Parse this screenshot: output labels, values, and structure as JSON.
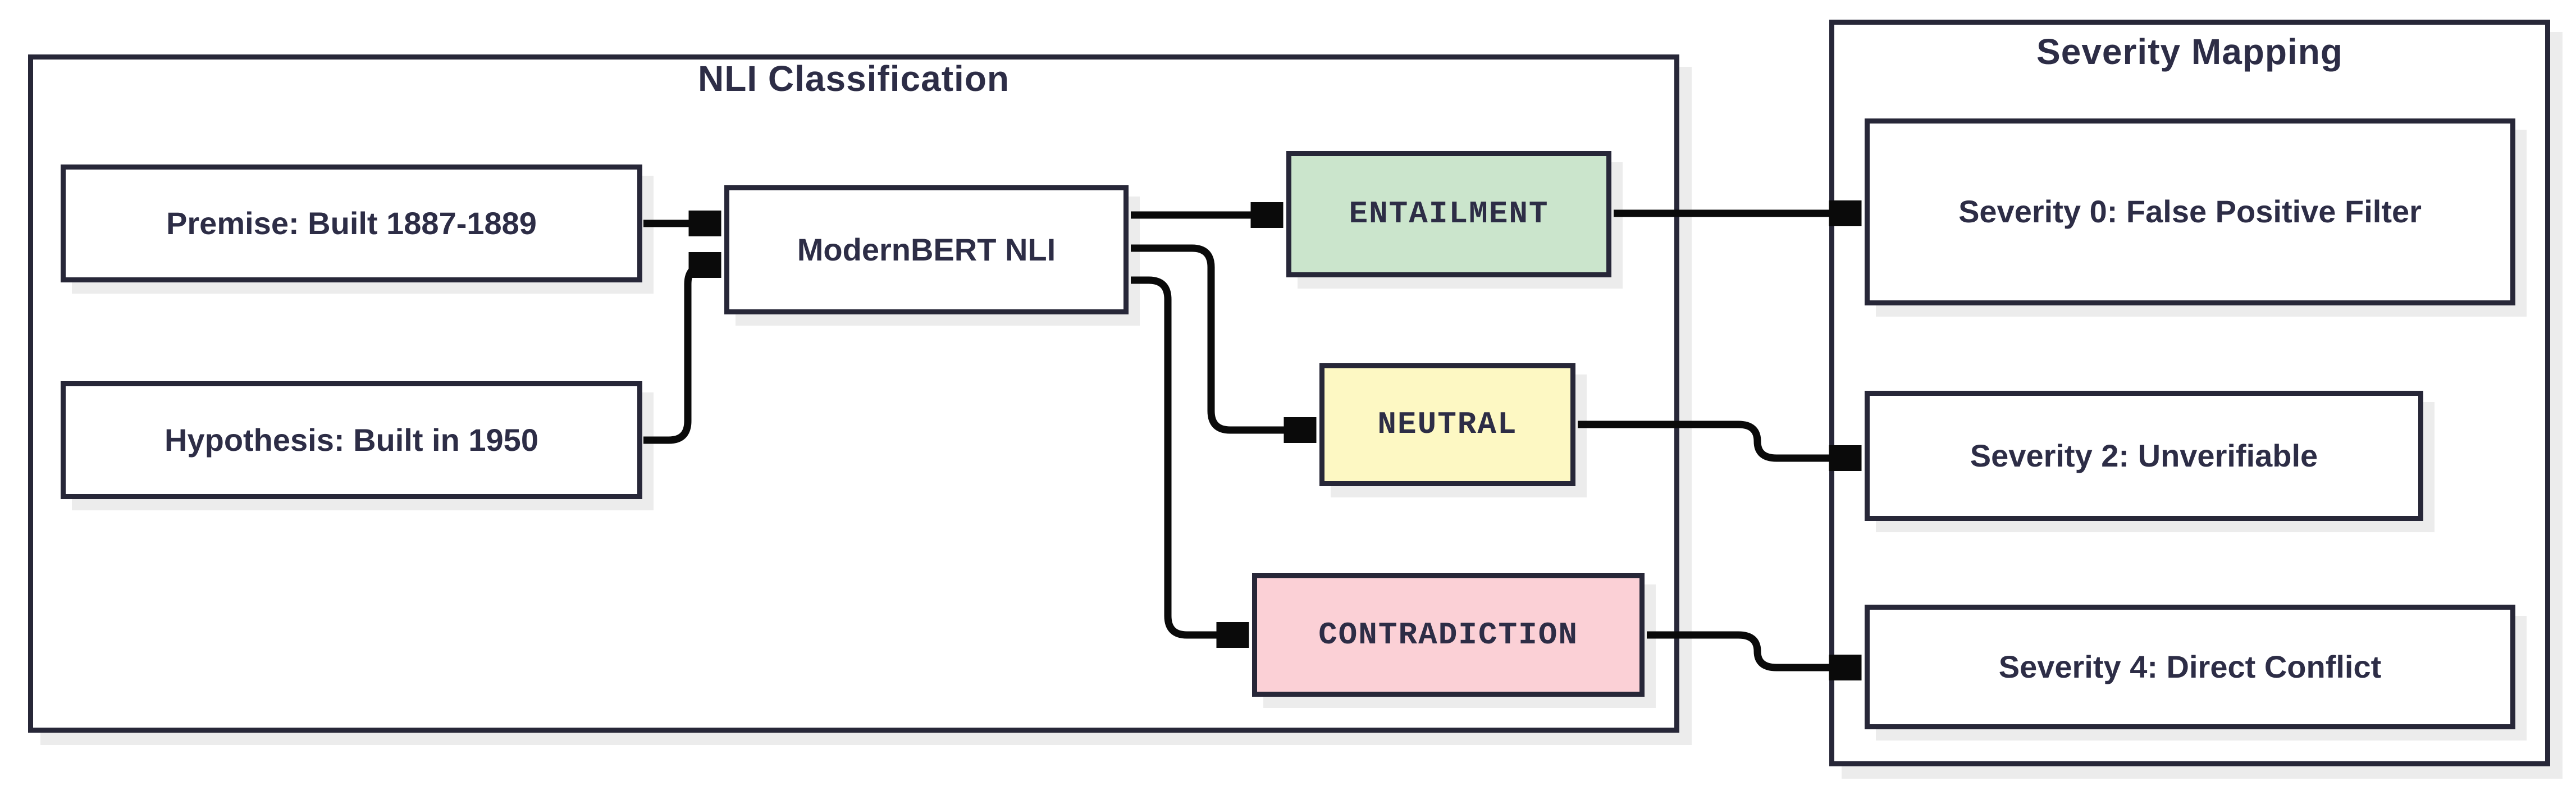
{
  "colors": {
    "border": "#272738",
    "text": "#2d2d46",
    "arrow": "#0a0a0a",
    "shadow": "#ececec",
    "node_fill": "#ffffff",
    "entailment_fill": "#cbe5cc",
    "neutral_fill": "#fdf8c3",
    "contradiction_fill": "#fbd0d6"
  },
  "nli_section": {
    "title": "NLI Classification",
    "premise": {
      "label": "Premise: Built 1887-1889"
    },
    "hypothesis": {
      "label": "Hypothesis: Built in 1950"
    },
    "model": {
      "label": "ModernBERT NLI"
    },
    "entailment": {
      "label": "ENTAILMENT"
    },
    "neutral": {
      "label": "NEUTRAL"
    },
    "contradiction": {
      "label": "CONTRADICTION"
    }
  },
  "severity_section": {
    "title": "Severity Mapping",
    "severity0": {
      "label": "Severity 0: False Positive Filter"
    },
    "severity2": {
      "label": "Severity 2: Unverifiable"
    },
    "severity4": {
      "label": "Severity 4: Direct Conflict"
    }
  },
  "edges": [
    {
      "from": "premise",
      "to": "model"
    },
    {
      "from": "hypothesis",
      "to": "model"
    },
    {
      "from": "model",
      "to": "entailment"
    },
    {
      "from": "model",
      "to": "neutral"
    },
    {
      "from": "model",
      "to": "contradiction"
    },
    {
      "from": "entailment",
      "to": "severity0"
    },
    {
      "from": "neutral",
      "to": "severity2"
    },
    {
      "from": "contradiction",
      "to": "severity4"
    }
  ]
}
